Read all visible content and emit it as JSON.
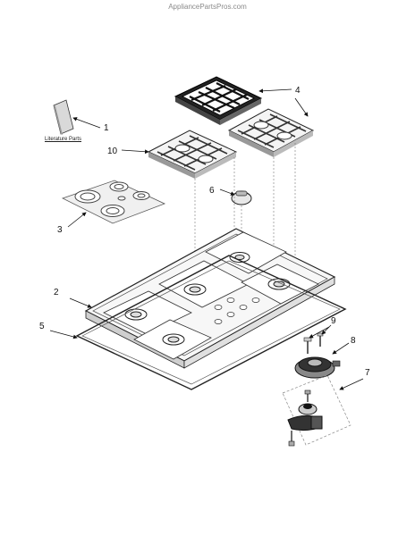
{
  "watermark": "AppliancePartsPros.com",
  "literature_label": "Literature Parts",
  "callouts": [
    "1",
    "2",
    "3",
    "4",
    "5",
    "6",
    "7",
    "8",
    "9",
    "10"
  ]
}
